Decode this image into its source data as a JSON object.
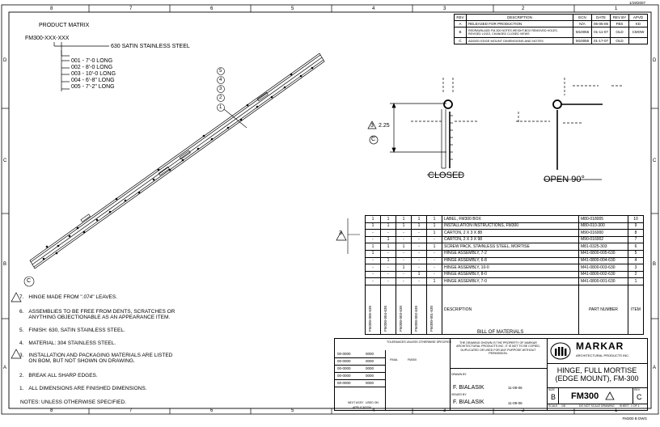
{
  "date_stamp": "1/19/2007",
  "zones_top": [
    "8",
    "7",
    "6",
    "5",
    "4",
    "3",
    "2",
    "1"
  ],
  "zones_side": [
    "D",
    "C",
    "B",
    "A"
  ],
  "revision_table": {
    "headers": [
      "REV",
      "DESCRIPTION",
      "ECN",
      "DATE",
      "REV BY",
      "APVD"
    ],
    "rows": [
      [
        "A",
        "RELEASED FOR PRODUCTION",
        "N/A",
        "06-05-06",
        "FBS",
        "KD"
      ],
      [
        "B",
        "REDRAWN,ADD FM-300 NOTES WEIGHT,BOX REMOVED HOLES, REVISED LOGO, CHANGED CLOSED VIEWS",
        "M10055",
        "01-11-07",
        "OLD",
        "CMOW"
      ],
      [
        "C",
        "ADDED EDGE MOUNT DIMENSIONS AND NOTES",
        "M10056",
        "01-17-07",
        "OLD",
        ""
      ]
    ]
  },
  "product_matrix": {
    "title": "PRODUCT MATRIX",
    "part_code": "FM300-XXX-XXX",
    "finish_code": "630 SATIN STAINLESS STEEL",
    "lengths": [
      "001 - 7'-0  LONG",
      "002 - 8'-0  LONG",
      "003 - 10'-0  LONG",
      "004 - 6'-8\"  LONG",
      "005 - 7'-2\"  LONG"
    ]
  },
  "balloons": [
    "5",
    "4",
    "3",
    "2",
    "1"
  ],
  "rev_marker_c": "C",
  "views": {
    "closed_label": "CLOSED",
    "open_label": "OPEN 90°",
    "dimension": "2.25",
    "dim_rev_marker": "3"
  },
  "bom": {
    "title": "BILL OF MATERIALS",
    "rev_marker": "3",
    "rows": [
      [
        "1",
        "1",
        "1",
        "1",
        "1",
        "LABEL, FM300 BOX",
        "M80-018005",
        "10"
      ],
      [
        "1",
        "1",
        "1",
        "1",
        "1",
        "INSTALLATION INSTRUCTIONS, FM300",
        "M80-010-300",
        "9"
      ],
      [
        "-",
        "-",
        "-",
        "-",
        "1",
        "CARTON, 2 X 3 X 88",
        "M90-016000",
        "8"
      ],
      [
        "-",
        "1",
        "-",
        "-",
        "-",
        "CARTON, 2 X 3 X 98",
        "M90-016002",
        "7"
      ],
      [
        "1",
        "1",
        "1",
        "-",
        "1",
        "SCREW PACK, STAINLESS STEEL, MORTISE",
        "M81-0325-303",
        "6"
      ],
      [
        "1",
        "-",
        "-",
        "-",
        "-",
        "HINGE ASSEMBLY, 7-2",
        "M41-0800-005-630",
        "5"
      ],
      [
        "-",
        "1",
        "-",
        "-",
        "-",
        "HINGE ASSEMBLY, 6-8",
        "M41-0800-004-630",
        "4"
      ],
      [
        "-",
        "-",
        "1",
        "-",
        "-",
        "HINGE ASSEMBLY, 10-0",
        "M41-0800-003-630",
        "3"
      ],
      [
        "-",
        "-",
        "-",
        "1",
        "-",
        "HINGE ASSEMBLY, 8-0",
        "M41-0800-002-630",
        "2"
      ],
      [
        "-",
        "-",
        "-",
        "-",
        "1",
        "HINGE ASSEMBLY, 7-0",
        "M41-0800-001-630",
        "1"
      ]
    ],
    "column_headers": [
      "FM300-005-630",
      "FM300-004-630",
      "FM300-003-630",
      "FM300-002-630",
      "FM300-001-630"
    ],
    "description_header": "DESCRIPTION",
    "partnumber_header": "PART NUMBER",
    "item_header": "ITEM"
  },
  "notes": [
    {
      "num": "7.",
      "text": "HINGE MADE FROM \".074\" LEAVES.",
      "flag": true
    },
    {
      "num": "6.",
      "text": "ASSEMBLIES TO BE FREE FROM DENTS, SCRATCHES OR\nANYTHING OBJECTIONABLE AS AN APPEARANCE ITEM.",
      "flag": false
    },
    {
      "num": "5.",
      "text": "FINISH: 630, SATIN STAINLESS STEEL.",
      "flag": false
    },
    {
      "num": "4.",
      "text": "MATERIAL: 304 STAINLESS STEEL.",
      "flag": false
    },
    {
      "num": "3.",
      "text": "INSTALLATION AND PACKAGING MATERIALS ARE LISTED\nON BOM, BUT NOT SHOWN ON DRAWING.",
      "flag": true
    },
    {
      "num": "2.",
      "text": "BREAK ALL SHARP EDGES.",
      "flag": false
    },
    {
      "num": "1.",
      "text": "ALL DIMENSIONS ARE FINISHED DIMENSIONS.",
      "flag": false
    }
  ],
  "notes_footer": "NOTES: UNLESS OTHERWISE SPECIFIED.",
  "title_block": {
    "company": "MARKAR",
    "company_sub": "ARCHITECTURAL PRODUCTS INC.",
    "title_line1": "HINGE, FULL MORTISE",
    "title_line2": "(EDGE MOUNT), FM-300",
    "drawn_by_label": "DRAWN BY",
    "drawn_by": "F. BIALASIK",
    "drawn_date": "11-08-06",
    "checked_label": "ISSUED BY",
    "checked_by": "F. BIALASIK",
    "checked_date": "11-08-06",
    "size_label": "SIZE",
    "size": "B",
    "dwg_no": "FM300",
    "rev_label": "REV",
    "rev": "C",
    "scale_label": "SCALE",
    "scale": "1/8",
    "sheet_label": "SHEET",
    "sheet": "1 OF 1",
    "final_label": "FINAL",
    "final_val": "FM300",
    "next_asm": "NEXT ASSY",
    "used_on": "USED ON",
    "application": "APPLICATION",
    "tolerance_title": "TOLERANCES UNLESS OTHERWISE SPECIFIED",
    "proprietary": "THE DRAWING SHOWN IS THE PROPERTY OF MARKAR ARCHITECTURAL PRODUCTS INC. IT IS NOT TO BE COPIED, DUPLICATED OR USED FOR ANY PURPOSE WITHOUT PERMISSION."
  },
  "history_rows": [
    [
      "00-0000",
      "0000"
    ],
    [
      "00-0000",
      "0000"
    ],
    [
      "00-0000",
      "0000"
    ],
    [
      "00-0000",
      "0000"
    ],
    [
      "00-0000",
      "0000"
    ]
  ],
  "footer_ref": "FM300 B DWG",
  "do_not_scale": "DO NOT SCALE DRAWING"
}
